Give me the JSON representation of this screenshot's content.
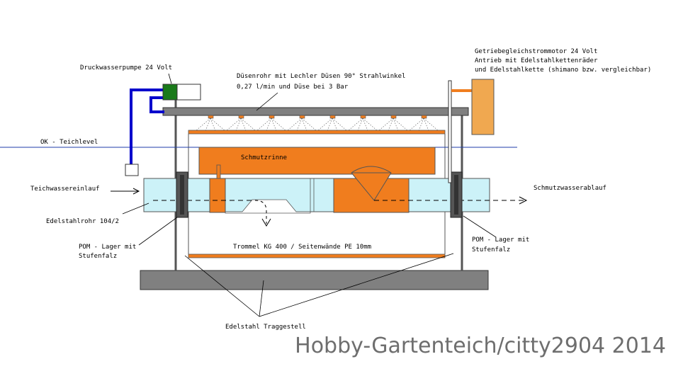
{
  "labels": {
    "pump": "Druckwasserpumpe 24 Volt",
    "nozzle_pipe_1": "Düsenrohr mit Lechler Düsen 90° Strahlwinkel",
    "nozzle_pipe_2": "0,27 l/min und Düse bei 3 Bar",
    "motor_1": "Getriebegleichstrommotor 24 Volt",
    "motor_2": "Antrieb mit Edelstahlkettenräder",
    "motor_3": "und Edelstahlkette (shimano bzw. vergleichbar)",
    "ok_level": "OK - Teichlevel",
    "dirt_channel": "Schmutzrinne",
    "inlet": "Teichwassereinlauf",
    "outlet": "Schmutzwasserablauf",
    "pipe": "Edelstahlrohr 104/2",
    "bearing_left_1": "POM - Lager mit",
    "bearing_left_2": "Stufenfalz",
    "bearing_right_1": "POM - Lager mit",
    "bearing_right_2": "Stufenfalz",
    "drum": "Trommel KG 400 / Seitenwände PE 10mm",
    "frame": "Edelstahl Traggestell"
  },
  "watermark": "Hobby-Gartenteich/citty2904 2014",
  "colors": {
    "orange": "#f07d1e",
    "motor": "#f0a850",
    "water": "#ccf2f8",
    "pump_green": "#1a7a1a",
    "pipe_blue": "#0000cc",
    "gray": "#808080",
    "dark_gray": "#555555",
    "level_line": "#1f3ea8"
  }
}
